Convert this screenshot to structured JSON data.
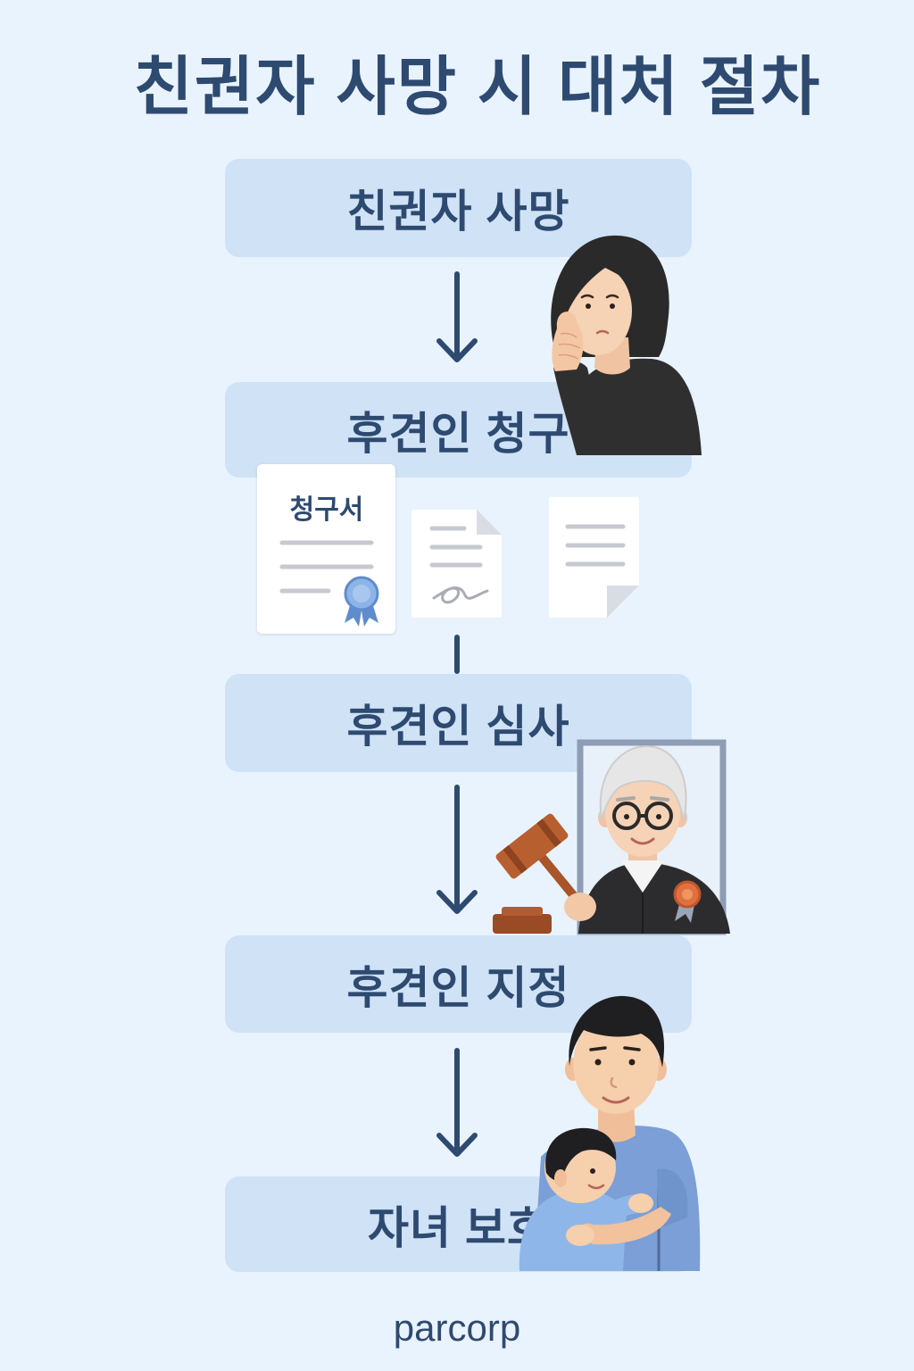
{
  "title": "친권자 사망 시 대처 절차",
  "steps": [
    {
      "label": "친권자 사망"
    },
    {
      "label": "후견인 청구"
    },
    {
      "label": "후견인 심사"
    },
    {
      "label": "후견인 지정"
    },
    {
      "label": "자녀 보호"
    }
  ],
  "documents": {
    "petition_label": "청구서"
  },
  "footer": {
    "brand": "parcorp"
  },
  "icons": {
    "step_connector": "down-arrow-icon",
    "step1_illustration": "grieving-woman-icon",
    "step2_illustration": [
      "petition-document-icon",
      "signed-document-icon",
      "blank-document-icon"
    ],
    "step3_illustration": [
      "judge-icon",
      "gavel-icon"
    ],
    "step4_illustration": "guardian-hugging-child-icon"
  },
  "colors": {
    "background": "#e9f3fd",
    "step_box": "#cfe2f6",
    "text": "#2e4a70",
    "arrow": "#2e4a70"
  }
}
